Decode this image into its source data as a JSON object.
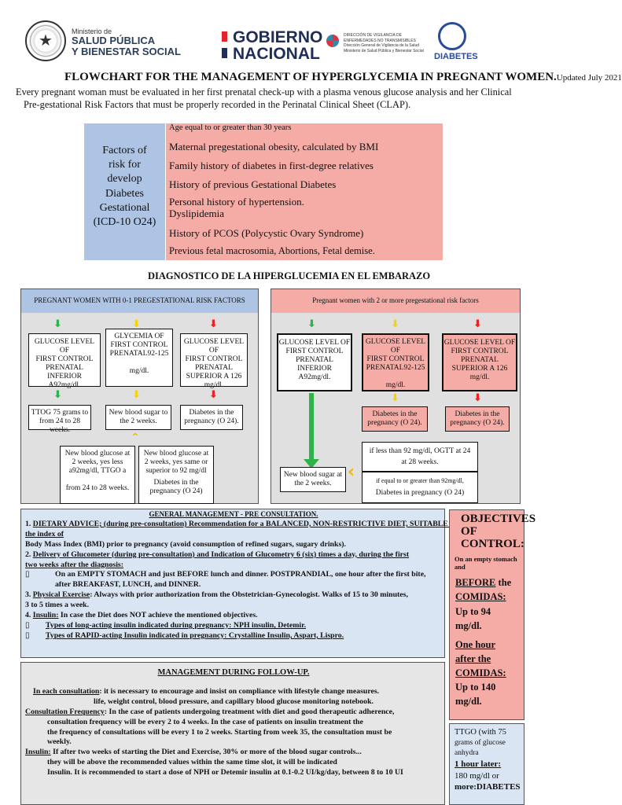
{
  "header": {
    "ministry_small": "Ministerio de",
    "ministry_line1": "SALUD PÚBLICA",
    "ministry_line2": "Y BIENESTAR SOCIAL",
    "gob_line1": "GOBIERNO",
    "gob_line2": "NACIONAL",
    "dir_line1": "DIRECCIÓN DE VIGILANCIA DE",
    "dir_line2": "ENFERMEDADES NO TRANSMISIBLES",
    "dir_line3": "Dirección General de Vigilancia de la Salud",
    "dir_line4": "Ministerio de Salud Pública y Bienestar Social",
    "diabetes_logo": "DIABETES",
    "colors": {
      "navy": "#1f2d58",
      "red": "#e0262b",
      "blue": "#2a4a9a"
    }
  },
  "title": "FLOWCHART FOR THE MANAGEMENT OF HYPERGLYCEMIA IN PREGNANT WOMEN.",
  "updated": "Updated July 2021",
  "intro": {
    "bullet": "",
    "text": "Every pregnant woman must be evaluated in her first prenatal check-up with a plasma venous glucose analysis and her Clinical Pre-gestational Risk Factors that must be properly recorded in the Perinatal Clinical Sheet (CLAP)."
  },
  "risk": {
    "label_lines": [
      "Factors of",
      "risk for",
      "develop",
      "Diabetes",
      "Gestational",
      "(ICD-10 O24)"
    ],
    "items": [
      "Age equal to or greater than 30 years",
      "Maternal pregestational obesity, calculated by BMI",
      "Family history of diabetes in first-degree relatives",
      "History of previous Gestational Diabetes",
      "Personal history of hypertension.",
      "Dyslipidemia",
      "History of PCOS (Polycystic Ovary Syndrome)",
      "Previous fetal macrosomia, Abortions, Fetal demise."
    ]
  },
  "diag_title": "DIAGNOSTICO DE LA HIPERGLUCEMIA EN EL EMBARAZO",
  "flow_left": {
    "title": "PREGNANT WOMEN WITH 0-1 PREGESTATIONAL RISK FACTORS",
    "box1": [
      "GLUCOSE LEVEL OF",
      "FIRST CONTROL",
      "PRENATAL INFERIOR",
      "A92mg/dl."
    ],
    "box2": [
      "GLYCEMIA OF",
      "FIRST CONTROL",
      "PRENATAL92-125",
      "",
      "mg/dl."
    ],
    "box3": [
      "GLUCOSE LEVEL OF",
      "FIRST CONTROL",
      "PRENATAL",
      "SUPERIOR A 126",
      "mg/dl."
    ],
    "box4": [
      "TTOG 75 grams to",
      "from 24 to 28 weeks."
    ],
    "box5": [
      "New blood sugar to",
      "the 2 weeks."
    ],
    "box6": [
      "Diabetes in the",
      "pregnancy (O 24)."
    ],
    "box7": [
      "New blood glucose at",
      "2 weeks, yes less",
      "a92mg/dl, TTGO a",
      "",
      "from 24 to 28 weeks."
    ],
    "box8": [
      "New blood glucose at",
      "2 weeks, yes same or",
      "superior to 92 mg/dl",
      "",
      "Diabetes in the",
      "pregnancy (O 24)"
    ]
  },
  "flow_right": {
    "title": "Pregnant women with 2 or more pregestational risk factors",
    "box1": [
      "GLUCOSE LEVEL OF",
      "FIRST CONTROL",
      "PRENATAL INFERIOR",
      "A92mg/dl."
    ],
    "box2": [
      "GLUCOSE LEVEL OF",
      "FIRST CONTROL",
      "PRENATAL92-125",
      "",
      "mg/dl."
    ],
    "box3": [
      "GLUCOSE LEVEL OF",
      "FIRST CONTROL",
      "PRENATAL",
      "SUPERIOR A 126",
      "mg/dl."
    ],
    "box4": [
      "Diabetes in the",
      "pregnancy (O 24)."
    ],
    "box5": [
      "Diabetes in the",
      "pregnancy (O 24)."
    ],
    "box6": [
      "New blood sugar at",
      "the 2 weeks."
    ],
    "box7a": [
      "if less than 92 mg/dl, OGTT at 24",
      "at 28 weeks."
    ],
    "box7b": [
      "if equal to or greater than 92mg/dl,",
      "Diabetes in pregnancy (O 24)"
    ]
  },
  "general": {
    "title": "GENERAL MANAGEMENT - PRE CONSULTATION.",
    "l1a": "1. ",
    "l1u": "DIETARY ADVICE; (during pre-consultation) Recommendation for a BALANCED, NON-RESTRICTIVE DIET, SUITABLE for the index of",
    "l1b": "Body Mass Index (BMI) prior to pregnancy (avoid consumption of refined sugars, sugary drinks).",
    "l2a": "2. ",
    "l2u": "Delivery of Glucometer (during pre-consultation) and Indication of Glucometry 6 (six) times a day, during the first",
    "l2u2": "two weeks after the diagnosis:",
    "b1": "On an EMPTY STOMACH and just BEFORE lunch and dinner. POSTPRANDIAL, one hour after the first bite,",
    "b1b": "after BREAKFAST, LUNCH, and DINNER.",
    "l3a": "3. ",
    "l3u": "Physical Exercise",
    "l3b": ": Always with prior authorization from the Obstetrician-Gynecologist. Walks of 15 to 30 minutes,",
    "l3c": "3 to 5 times a week.",
    "l4a": "4. ",
    "l4u": "Insulin:",
    "l4b": " In case the Diet does NOT achieve the mentioned objectives.",
    "b2": "Types of long-acting insulin indicated during pregnancy: NPH insulin, Detemir.",
    "b3": "Types of RAPID-acting Insulin indicated in pregnancy: Crystalline Insulin, Aspart, Lispro."
  },
  "objectives": {
    "h1": "OBJECTIVES",
    "h2": "OF CONTROL:",
    "fasting": "On an empty stomach and",
    "before1": "BEFORE",
    "before2": "the",
    "comidas1": "COMIDAS:",
    "upto94": "Up to 94",
    "mgdl1": "mg/dl.",
    "onehour1": "One hour",
    "after": "after the",
    "comidas2": "COMIDAS:",
    "upto140": "Up to 140",
    "mgdl2": "mg/dl."
  },
  "ttgo": {
    "l1": "TTGO (with 75",
    "l2": "grams of glucose",
    "l3": "anhydra",
    "l4": "1 hour later:",
    "l5": "180 mg/dl or",
    "l6": "more:DIABETES"
  },
  "followup": {
    "title": "MANAGEMENT DURING FOLLOW-UP.",
    "p1u": "In each consultation",
    "p1": ": it is necessary to encourage and insist on compliance with lifestyle change measures.",
    "p1b": "life, weight control, blood pressure, and capillary blood glucose monitoring notebook.",
    "p2u": "Consultation Frequency",
    "p2": ": In the case of patients undergoing treatment with diet and good therapeutic adherence,",
    "p2b": "consultation frequency will be every 2 to 4 weeks. In the case of patients on insulin treatment the",
    "p2c": "the frequency of consultations will be every 1 to 2 weeks. Starting from week 35, the consultation must be",
    "p2d": "weekly.",
    "p3u": "Insulin:",
    "p3": " If after two weeks of starting the Diet and Exercise, 30% or more of the blood sugar controls...",
    "p3b": "they will be above the recommended values within the same time slot, it will be indicated",
    "p3c": "Insulin. It is recommended to start a dose of NPH or Detemir insulin at 0.1-0.2 UI/kg/day, between 8 to 10 UI"
  }
}
